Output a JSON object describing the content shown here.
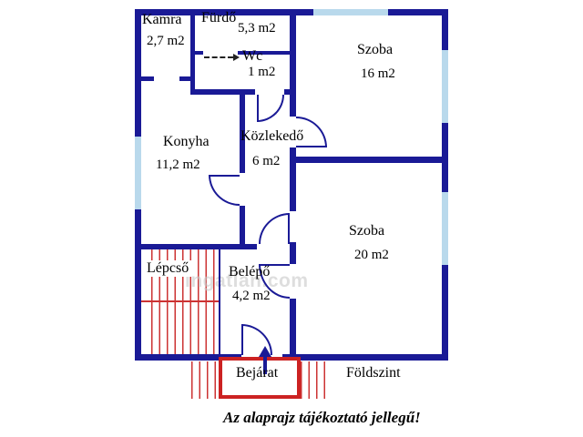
{
  "plan": {
    "rooms": [
      {
        "name": "Kamra",
        "area": "2,7 m2"
      },
      {
        "name": "Fürdő",
        "area": "5,3 m2"
      },
      {
        "name": "Wc",
        "area": "1 m2"
      },
      {
        "name": "Szoba",
        "area": "16 m2"
      },
      {
        "name": "Konyha",
        "area": "11,2 m2"
      },
      {
        "name": "Közlekedő",
        "area": "6 m2"
      },
      {
        "name": "Szoba",
        "area": "20 m2"
      },
      {
        "name": "Lépcső",
        "area": ""
      },
      {
        "name": "Belépő",
        "area": "4,2 m2"
      }
    ],
    "labels": {
      "entrance": "Bejárat",
      "floor_level": "Földszint",
      "caption": "Az alaprajz tájékoztató jellegű!"
    },
    "watermark": "ingatlan.com",
    "colors": {
      "wall": "#1a1a96",
      "window": "#b9d9ec",
      "stairs_hatch": "#cc3333",
      "entrance_outline": "#cc2222",
      "text": "#000000"
    },
    "icons": {
      "entrance_arrow": "up-arrow",
      "wc_arrow": "dashed-right-arrow"
    }
  }
}
